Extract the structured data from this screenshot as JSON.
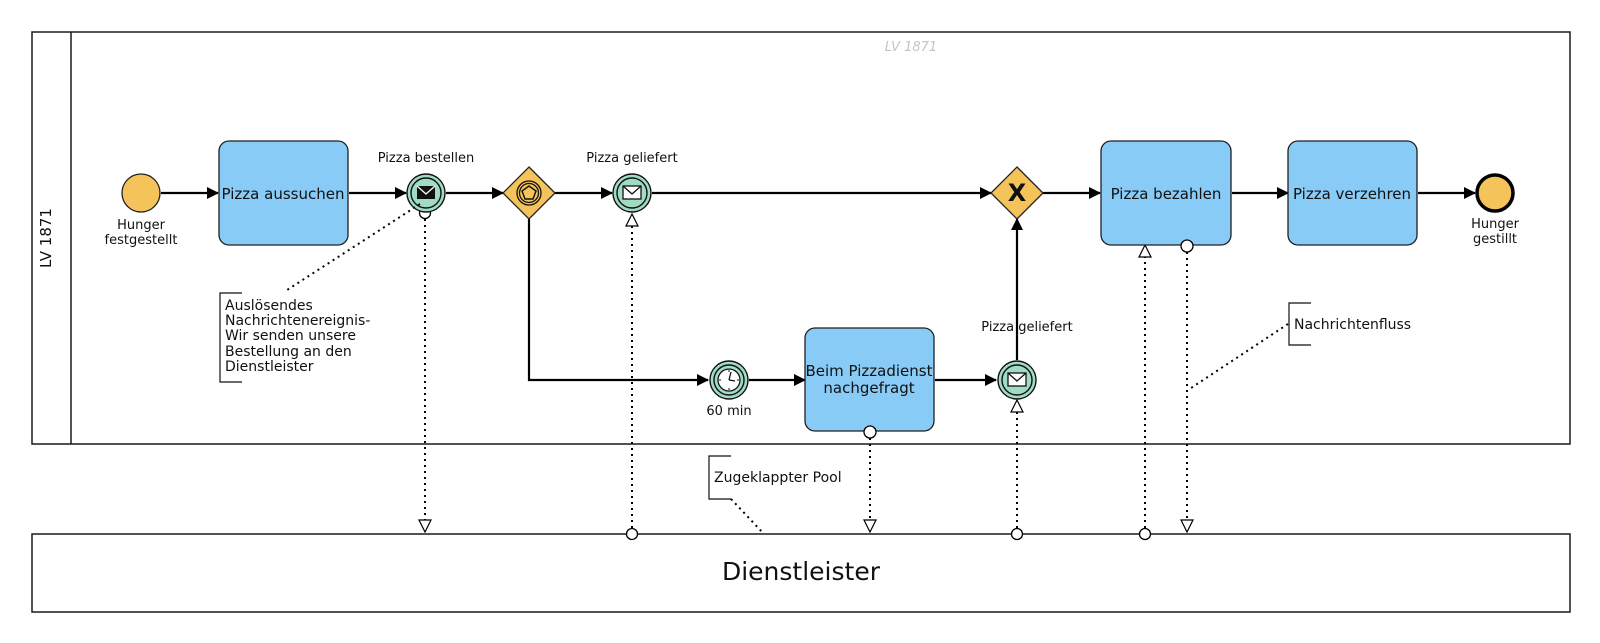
{
  "pool": {
    "name": "LV 1871",
    "watermark": "LV 1871"
  },
  "collapsed_pool": {
    "name": "Dienstleister"
  },
  "events": {
    "start_label": "Hunger festgestellt",
    "start_label_line1": "Hunger",
    "start_label_line2": "festgestellt",
    "end_label": "Hunger gestillt",
    "end_label_line1": "Hunger",
    "end_label_line2": "gestillt",
    "send_order_label": "Pizza bestellen",
    "delivered_label_1": "Pizza geliefert",
    "delivered_label_2": "Pizza geliefert",
    "timer_label": "60 min"
  },
  "tasks": {
    "select": "Pizza aussuchen",
    "pay": "Pizza bezahlen",
    "eat": "Pizza verzehren",
    "ask_line1": "Beim Pizzadienst",
    "ask_line2": "nachgefragt"
  },
  "annotations": {
    "trigger_lines": [
      "Auslösendes",
      "Nachrichtenereignis-",
      "Wir senden unsere",
      "Bestellung an den",
      "Dienstleister"
    ],
    "message_flow": "Nachrichtenfluss",
    "collapsed_pool": "Zugeklappter Pool"
  },
  "icons": {
    "gateway_exclusive_symbol": "X"
  },
  "colors": {
    "task_fill": "#89cbf7",
    "event_fill": "#f4c45a",
    "gateway_fill": "#f4c45a",
    "intermediate_fill": "#9fdcc3"
  }
}
